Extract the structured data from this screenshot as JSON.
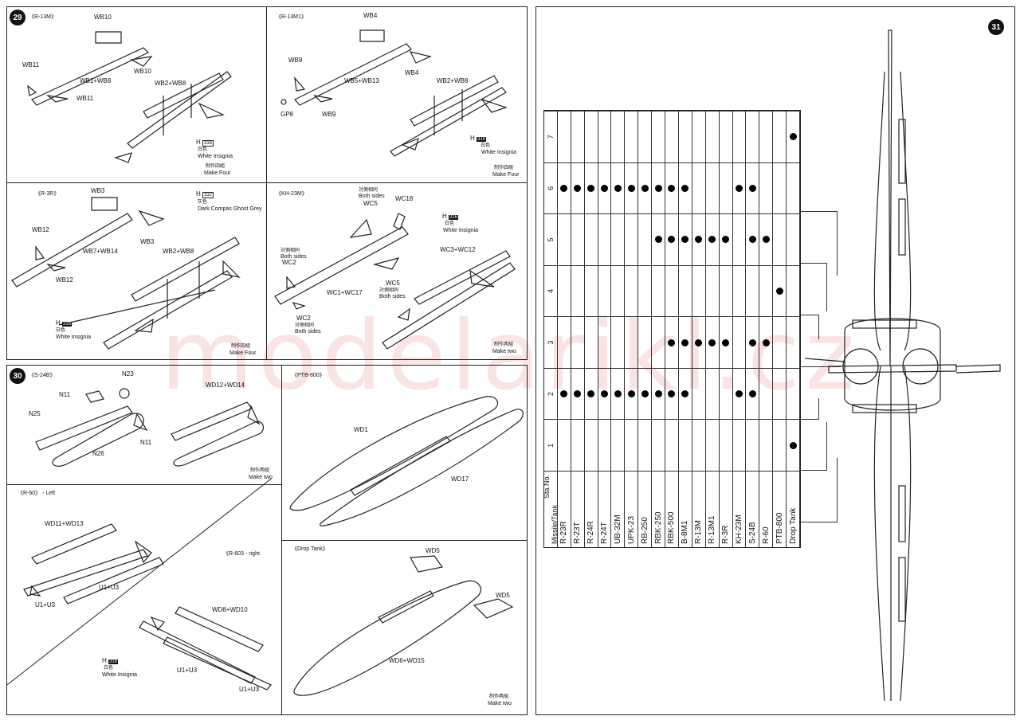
{
  "steps": {
    "step29": "29",
    "step30": "30",
    "step31": "31"
  },
  "p_r13m": {
    "title": "《R-13M》",
    "labels": {
      "wb10a": "WB10",
      "wb10b": "WB10",
      "wb11a": "WB11",
      "wb11b": "WB11",
      "wb1wb8": "WB1+WB8",
      "wb2wb8": "WB2+WB8"
    },
    "insignia_code": "316",
    "insignia_cn": "白色",
    "insignia_en": "White Insignia",
    "make_cn": "制作四組",
    "make_en": "Make Four"
  },
  "p_r13m1": {
    "title": "《R-13M1》",
    "labels": {
      "wb4a": "WB4",
      "wb4b": "WB4",
      "wb9a": "WB9",
      "wb9b": "WB9",
      "gp8": "GP8",
      "wb5wb13": "WB5+WB13",
      "wb2wb8": "WB2+WB8"
    },
    "insignia_code": "316",
    "insignia_cn": "白色",
    "insignia_en": "White Insignia",
    "make_cn": "制作四組",
    "make_en": "Make Four"
  },
  "p_r3r": {
    "title": "《R-3R》",
    "labels": {
      "wb3a": "WB3",
      "wb3b": "WB3",
      "wb12a": "WB12",
      "wb12b": "WB12",
      "wb7wb14": "WB7+WB14",
      "wb2wb8": "WB2+WB8"
    },
    "grey_code": "332",
    "grey_cn": "灰色",
    "grey_en": "Dark Compas Ghost Grey",
    "insignia_code": "316",
    "insignia_cn": "白色",
    "insignia_en": "White Insignia",
    "make_cn": "制作四組",
    "make_en": "Make Four"
  },
  "p_kh23m": {
    "title": "《KH-23M》",
    "labels": {
      "wc5a": "WC5",
      "wc5b": "WC5",
      "wc18": "WC18",
      "wc2a": "WC2",
      "wc2b": "WC2",
      "wc1wc17": "WC1+WC17",
      "wc3wc12": "WC3+WC12"
    },
    "both_cn": "対側相同",
    "both_en": "Both sides",
    "insignia_code": "316",
    "insignia_cn": "白色",
    "insignia_en": "White Insignia",
    "make_cn": "制作两組",
    "make_en": "Make two"
  },
  "p_s24b": {
    "title": "《S-24B》",
    "labels": {
      "n23": "N23",
      "n11a": "N11",
      "n11b": "N11",
      "n25": "N25",
      "n26": "N26",
      "wd12wd14": "WD12+WD14"
    },
    "make_cn": "制作两組",
    "make_en": "Make two"
  },
  "p_ptb800": {
    "title": "《PTB-800》",
    "labels": {
      "wd1": "WD1",
      "wd17": "WD17"
    }
  },
  "p_r60": {
    "title_left": "《R-60》 - Left",
    "title_right": "《R-603 - right",
    "labels": {
      "wd11wd13": "WD11+WD13",
      "u1u3a": "U1+U3",
      "u1u3b": "U1+U3",
      "wd8wd10": "WD8+WD10",
      "u1u3c": "U1+U3",
      "u1u3d": "U1+U3"
    },
    "insignia_code": "316",
    "insignia_cn": "白色",
    "insignia_en": "White Insignia"
  },
  "p_drop": {
    "title": "《Drop Tank》",
    "labels": {
      "wd5a": "WD5",
      "wd5b": "WD5",
      "wd6wd15": "WD6+WD15"
    },
    "make_cn": "制作两組",
    "make_en": "Make two"
  },
  "loadout_table": {
    "corner_top": "Sta.No.",
    "corner_bottom": "Missile/Tank",
    "stations": [
      "1",
      "2",
      "3",
      "4",
      "5",
      "6",
      "7"
    ],
    "rows": [
      {
        "name": "R-23R",
        "stations": [
          2,
          6
        ]
      },
      {
        "name": "R-23T",
        "stations": [
          2,
          6
        ]
      },
      {
        "name": "R-24R",
        "stations": [
          2,
          6
        ]
      },
      {
        "name": "R-24T",
        "stations": [
          2,
          6
        ]
      },
      {
        "name": "UB-32M",
        "stations": [
          2,
          6
        ]
      },
      {
        "name": "UPK-23",
        "stations": [
          2,
          6
        ]
      },
      {
        "name": "RB-250",
        "stations": [
          2,
          6
        ]
      },
      {
        "name": "RBK-250",
        "stations": [
          2,
          5,
          6
        ]
      },
      {
        "name": "RBK-500",
        "stations": [
          2,
          3,
          5,
          6
        ]
      },
      {
        "name": "B-8M1",
        "stations": [
          2,
          3,
          5,
          6
        ]
      },
      {
        "name": "R-13M",
        "stations": [
          3,
          5
        ]
      },
      {
        "name": "R-13M1",
        "stations": [
          3,
          5
        ]
      },
      {
        "name": "R-3R",
        "stations": [
          3,
          5
        ]
      },
      {
        "name": "KH-23M",
        "stations": [
          2,
          6
        ]
      },
      {
        "name": "S-24B",
        "stations": [
          2,
          3,
          5,
          6
        ]
      },
      {
        "name": "R-60",
        "stations": [
          3,
          5
        ]
      },
      {
        "name": "PTB-800",
        "stations": [
          4
        ]
      },
      {
        "name": "Drop Tank",
        "stations": [
          1,
          7
        ]
      }
    ]
  },
  "watermark": "modelarikl.cz"
}
